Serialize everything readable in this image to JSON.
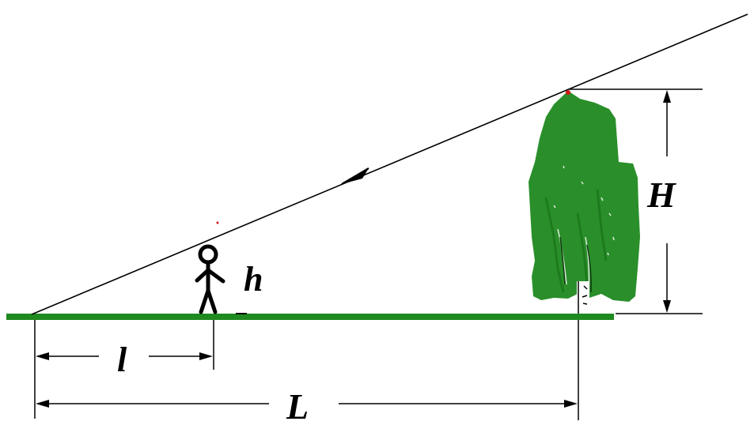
{
  "labels": {
    "person_height": "h",
    "tree_height": "H",
    "person_distance": "l",
    "tree_distance": "L"
  },
  "colors": {
    "ground": "#1f8a1f",
    "tree_foliage": "#2a8f2a",
    "tree_foliage_dark": "#1d7a1d",
    "lines": "#000000",
    "tree_top_marker": "#d11a1a"
  },
  "icons": {
    "person": "stick-figure-icon",
    "tree": "tree-icon"
  }
}
